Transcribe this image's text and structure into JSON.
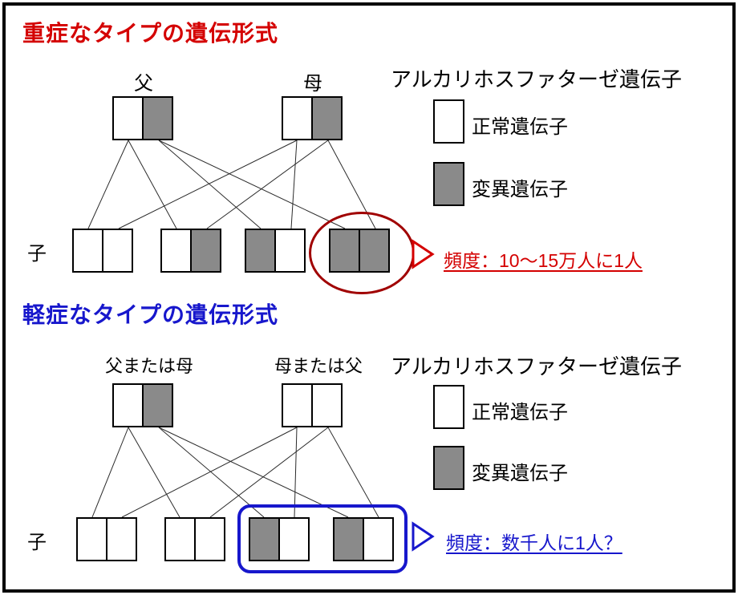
{
  "colors": {
    "severe_accent": "#d40000",
    "severe_circle": "#a00000",
    "mild_accent": "#1717cc",
    "normal_fill": "#ffffff",
    "mutant_fill": "#8a8a8a",
    "line_color": "#2b2b2b",
    "border_color": "#000000"
  },
  "swatches": {
    "normal": [
      "normal"
    ],
    "mutant": [
      "mutant"
    ]
  },
  "severe": {
    "title": "重症なタイプの遺伝形式",
    "father_label": "父",
    "mother_label": "母",
    "child_label": "子",
    "genotypes": {
      "father": [
        "normal",
        "mutant"
      ],
      "mother": [
        "normal",
        "mutant"
      ],
      "children": [
        [
          "normal",
          "normal"
        ],
        [
          "normal",
          "mutant"
        ],
        [
          "mutant",
          "normal"
        ],
        [
          "mutant",
          "mutant"
        ]
      ]
    },
    "legend": {
      "title": "アルカリホスファターゼ遺伝子",
      "normal_label": "正常遺伝子",
      "mutant_label": "変異遺伝子"
    },
    "frequency": "頻度：10～15万人に1人"
  },
  "mild": {
    "title": "軽症なタイプの遺伝形式",
    "parent1_label": "父または母",
    "parent2_label": "母または父",
    "child_label": "子",
    "genotypes": {
      "parent1": [
        "normal",
        "mutant"
      ],
      "parent2": [
        "normal",
        "normal"
      ],
      "children": [
        [
          "normal",
          "normal"
        ],
        [
          "normal",
          "normal"
        ],
        [
          "mutant",
          "normal"
        ],
        [
          "mutant",
          "normal"
        ]
      ]
    },
    "legend": {
      "title": "アルカリホスファターゼ遺伝子",
      "normal_label": "正常遺伝子",
      "mutant_label": "変異遺伝子"
    },
    "frequency": "頻度：数千人に1人？"
  }
}
